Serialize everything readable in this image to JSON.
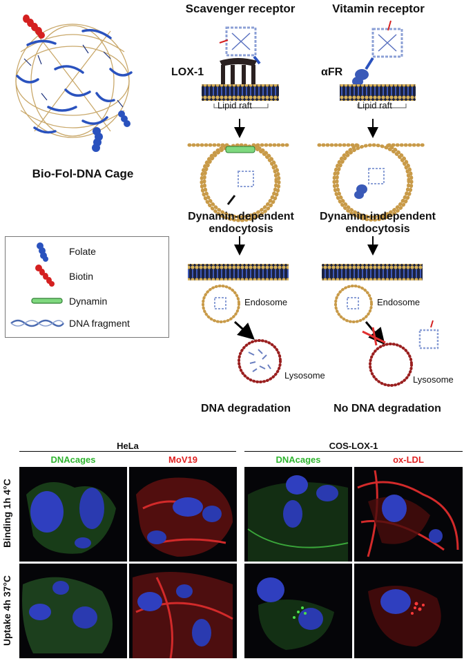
{
  "cage": {
    "caption": "Bio-Fol-DNA Cage"
  },
  "legend": {
    "items": [
      {
        "label": "Folate",
        "color": "#2a52be"
      },
      {
        "label": "Biotin",
        "color": "#d42020"
      },
      {
        "label": "Dynamin",
        "color": "#5cc05c"
      },
      {
        "label": "DNA fragment",
        "color": "#4a6ab0"
      }
    ]
  },
  "pathways": {
    "left": {
      "header": "Scavenger receptor",
      "receptor": "LOX-1",
      "raft": "Lipid raft",
      "mechanism_line1": "Dynamin-dependent",
      "mechanism_line2": "endocytosis",
      "endosome": "Endosome",
      "lysosome": "Lysosome",
      "outcome": "DNA degradation"
    },
    "right": {
      "header": "Vitamin receptor",
      "receptor": "αFR",
      "raft": "Lipid raft",
      "mechanism_line1": "Dynamin-independent",
      "mechanism_line2": "endocytosis",
      "endosome": "Endosome",
      "lysosome": "Lysosome",
      "outcome": "No DNA degradation"
    }
  },
  "micrographs": {
    "groups": [
      {
        "name": "HeLa",
        "stains": [
          "DNAcages",
          "MoV19"
        ]
      },
      {
        "name": "COS-LOX-1",
        "stains": [
          "DNAcages",
          "ox-LDL"
        ]
      }
    ],
    "rows": [
      "Binding 1h 4°C",
      "Uptake 4h 37°C"
    ],
    "colors": {
      "green_stain": "#2fb52f",
      "red_stain": "#e02020",
      "nucleus": "#2a3cc8"
    }
  }
}
